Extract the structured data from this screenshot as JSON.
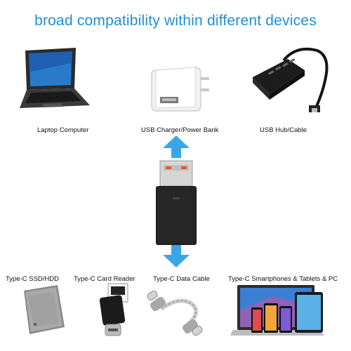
{
  "title": "broad compatibility within different devices",
  "top_devices": [
    {
      "label": "Laptop Computer"
    },
    {
      "label": "USB Charger/Power Bank"
    },
    {
      "label": "USB Hub/Cable"
    }
  ],
  "bottom_devices": [
    {
      "label": "Type-C SSD/HDD"
    },
    {
      "label": "Type-C Card Reader"
    },
    {
      "label": "Type-C Data Cable"
    },
    {
      "label": "Type-C Smartphones & Tablets & PC"
    }
  ],
  "colors": {
    "accent": "#1e8fd8",
    "arrow": "#3ba6e6"
  }
}
